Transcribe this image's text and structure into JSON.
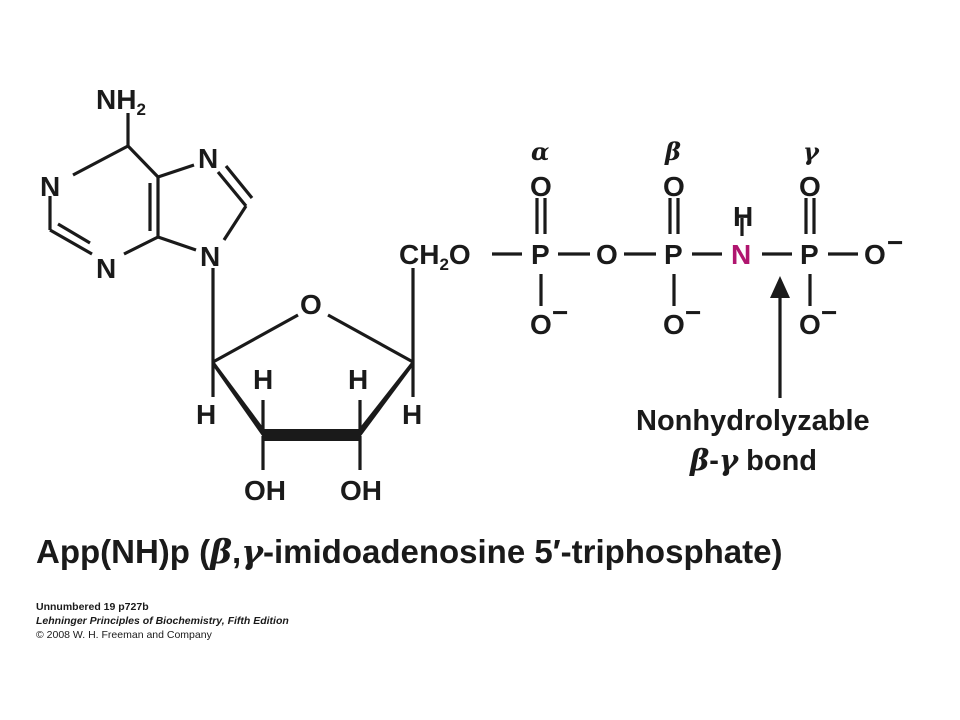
{
  "molecule": {
    "adenine": {
      "amino": "NH",
      "amino_sub": "2",
      "n1": "N",
      "n3": "N",
      "n7": "N",
      "n9": "N"
    },
    "ribose": {
      "ring_o": "O",
      "h1": "H",
      "h2": "H",
      "h3": "H",
      "h4": "H",
      "oh2": "OH",
      "oh3": "OH"
    },
    "chain": {
      "ch2o_pre": "CH",
      "ch2o_sub": "2",
      "ch2o_post": "O",
      "pa": "P",
      "pb": "P",
      "pg": "P",
      "o_bridge": "O",
      "n_imido": "N",
      "n_h": "H",
      "o_top_a": "O",
      "o_top_b": "O",
      "o_top_g": "O",
      "o_bot_a": "O",
      "o_bot_b": "O",
      "o_bot_g": "O",
      "o_end": "O",
      "charge": "−"
    },
    "greek": {
      "alpha": "α",
      "beta": "β",
      "gamma": "γ"
    },
    "colors": {
      "imido_nitrogen": "#b0156f",
      "ink": "#1a1a1a"
    }
  },
  "annotation": {
    "line1": "Nonhydrolyzable",
    "beta": "β",
    "dash": "-",
    "gamma": "γ",
    "word": " bond"
  },
  "title": {
    "pre": "App(NH)p (",
    "beta": "β",
    "comma": ",",
    "gamma": "γ",
    "post": "-imidoadenosine 5′-triphosphate)"
  },
  "credits": {
    "line1": "Unnumbered 19 p727b",
    "line2": "Lehninger Principles of Biochemistry, Fifth Edition",
    "line3": "© 2008 W. H. Freeman and Company"
  }
}
